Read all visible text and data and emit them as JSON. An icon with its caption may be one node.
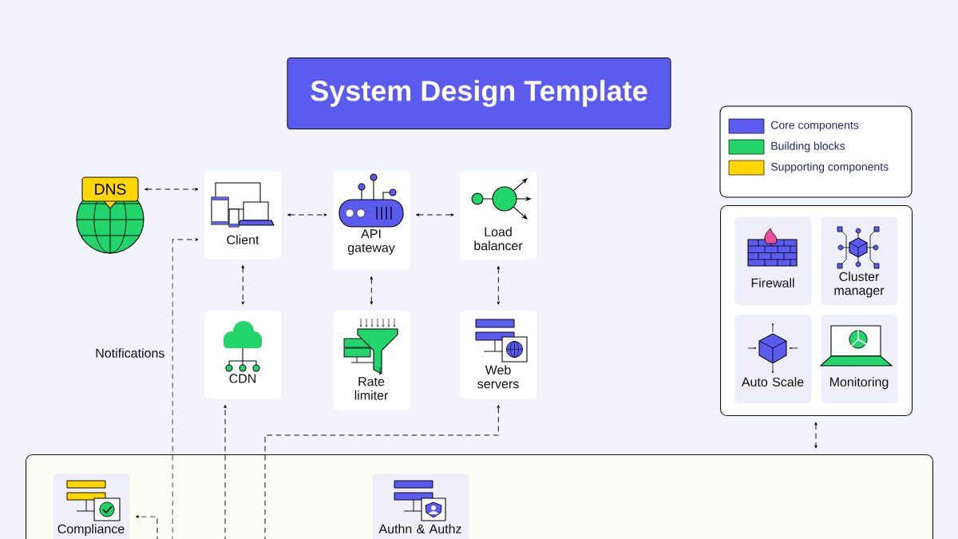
{
  "diagram": {
    "title": "System Design Template",
    "nodes": [
      {
        "text": [
          "DNS"
        ]
      },
      {
        "text": [
          "Client"
        ]
      },
      {
        "text": [
          "API gateway"
        ]
      },
      {
        "text": [
          "Load balancer"
        ]
      },
      {
        "text": [
          "CDN"
        ]
      },
      {
        "text": [
          "Rate limiter"
        ]
      },
      {
        "text": [
          "Web servers"
        ]
      },
      {
        "text": [],
        "shape": "box"
      },
      {
        "text": [
          "Firewall"
        ],
        "in": 7
      },
      {
        "text": [
          "Cluster manager"
        ],
        "in": 7
      },
      {
        "text": [
          "Auto Scale"
        ],
        "in": 7
      },
      {
        "text": [
          "Monitoring"
        ],
        "in": 7
      },
      {
        "text": [],
        "shape": "box"
      },
      {
        "text": [
          "Compliance"
        ],
        "in": 12
      },
      {
        "text": [
          "Authn & Authz"
        ],
        "in": 12
      }
    ],
    "edges": [
      {
        "from": 0,
        "to": 1,
        "arrow": "both"
      },
      {
        "from": 1,
        "to": 2,
        "arrow": "both"
      },
      {
        "from": 2,
        "to": 3,
        "arrow": "both"
      },
      {
        "from": 1,
        "to": 4,
        "arrow": "both"
      },
      {
        "from": 2,
        "to": 5,
        "arrow": "both"
      },
      {
        "from": 3,
        "to": 6,
        "arrow": "both"
      },
      {
        "from": null,
        "to": 1,
        "arrow": "to"
      },
      {
        "from": null,
        "to": 4,
        "arrow": "to"
      },
      {
        "from": null,
        "to": 6,
        "arrow": "to"
      },
      {
        "from": null,
        "to": 13,
        "arrow": "to"
      },
      {
        "from": 7,
        "to": 12,
        "arrow": "both"
      }
    ],
    "labels": [
      "Notifications"
    ],
    "legend": [
      {
        "text": "Core components",
        "color": "#5b5bf0"
      },
      {
        "text": "Building blocks",
        "color": "#22d46a"
      },
      {
        "text": "Supporting components",
        "color": "#ffd600"
      }
    ]
  }
}
